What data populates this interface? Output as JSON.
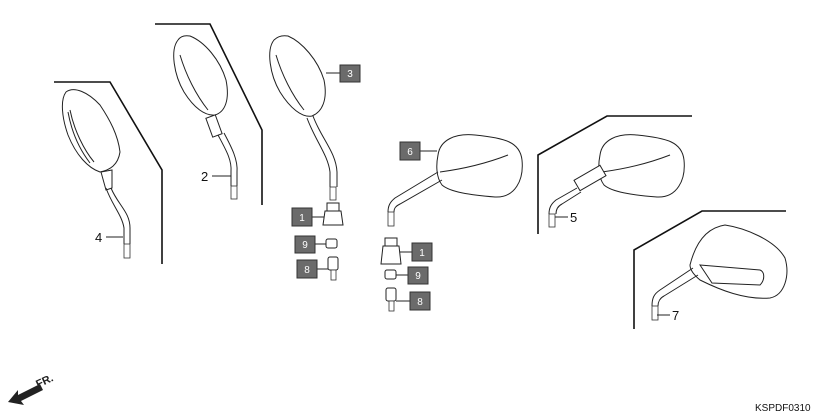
{
  "diagram": {
    "callouts_plain": {
      "c4": "4",
      "c2": "2",
      "c5": "5",
      "c7": "7"
    },
    "callouts_boxed": {
      "c3": "3",
      "c6": "6",
      "c1a": "1",
      "c9a": "9",
      "c8a": "8",
      "c1b": "1",
      "c9b": "9",
      "c8b": "8"
    },
    "front_indicator": "FR.",
    "diagram_code": "KSPDF0310",
    "colors": {
      "callout_box": "#6b6b6b",
      "line": "#222222"
    }
  }
}
